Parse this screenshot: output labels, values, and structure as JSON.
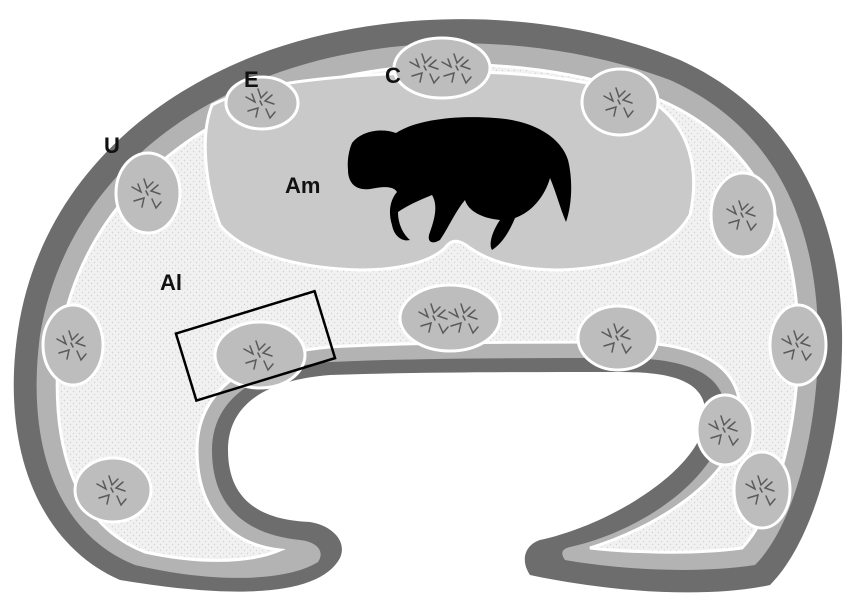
{
  "labels": {
    "uterus": "U",
    "endometrium": "E",
    "cotyledon": "C",
    "amnion": "Am",
    "allantois": "Al"
  },
  "colors": {
    "uterine_wall": "#6d6d6d",
    "chorion_band": "#b3b3b3",
    "allantois_fill": "#f1f1f1",
    "amnion_fill": "#c9c9c9",
    "placentome": "#bdbdbd",
    "villi": "#5a5a5a",
    "fetus": "#000000",
    "highlight_box": "#000000"
  },
  "icons": {
    "fetus": "fetus-silhouette-icon"
  }
}
